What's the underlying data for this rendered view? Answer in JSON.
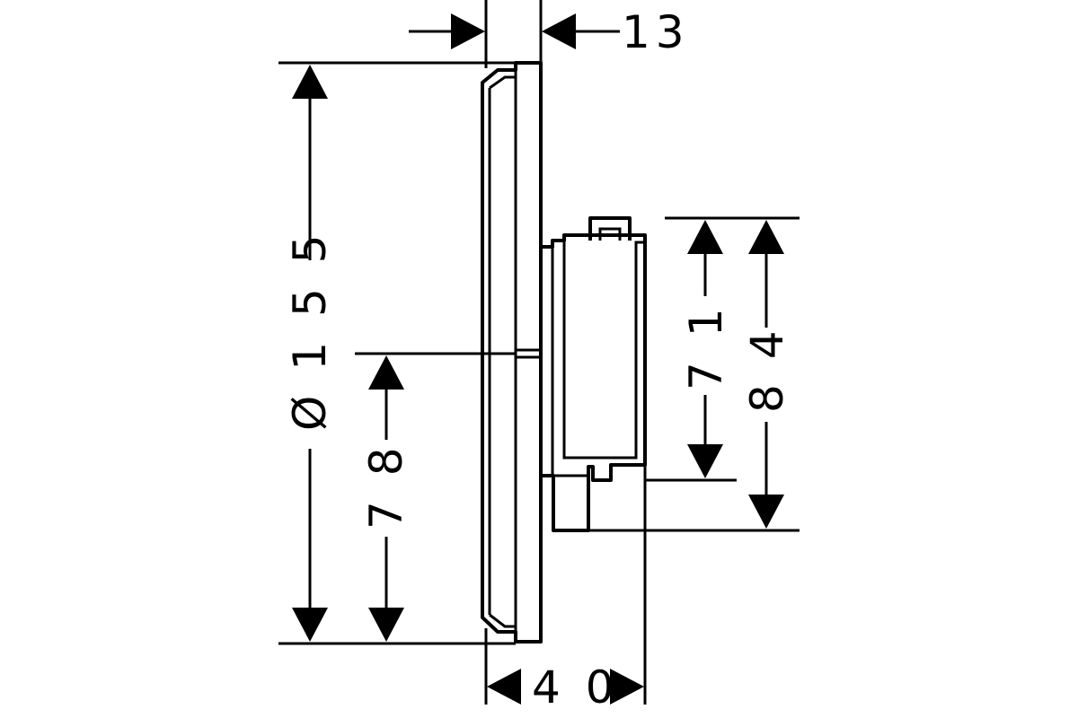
{
  "dimensions": {
    "diameter": "Ø 1 5 5",
    "height_78": "7 8",
    "depth_13": "13",
    "depth_40": "4 0",
    "height_71": "7 1",
    "height_84": "8 4"
  },
  "colors": {
    "stroke": "#000000",
    "background": "#ffffff"
  }
}
